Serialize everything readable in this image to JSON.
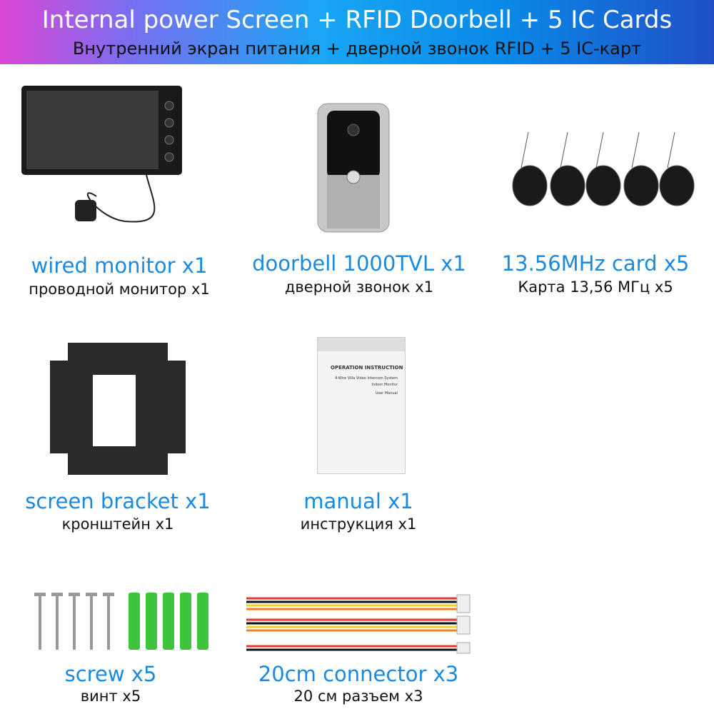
{
  "header": {
    "title": "Internal power Screen + RFID Doorbell + 5 IC Cards",
    "subtitle": "Внутренний экран питания + дверной звонок RFID + 5 IC-карт",
    "colors": [
      "#dc46d6",
      "#18a6f5",
      "#2050c8"
    ]
  },
  "items": [
    {
      "label": "wired monitor  x1",
      "sub": "проводной монитор x1"
    },
    {
      "label": "doorbell 1000TVL x1",
      "sub": "дверной звонок  x1"
    },
    {
      "label": "13.56MHz card  x5",
      "sub": "Карта 13,56 МГц x5"
    },
    {
      "label": "screen bracket  x1",
      "sub": "кронштейн  x1"
    },
    {
      "label": "manual  x1",
      "sub": "инструкция x1"
    },
    {
      "label": "screw  x5",
      "sub": "винт x5"
    },
    {
      "label": "20cm connector  x3",
      "sub": "20 см разъем x3"
    }
  ],
  "manual": {
    "title": "OPERATION INSTRUCTION",
    "line1": "4-Wire Villa Video Intercom System",
    "line2": "Indoor  Monitor",
    "line3": "User Manual"
  },
  "label_color": "#1a8ae0"
}
